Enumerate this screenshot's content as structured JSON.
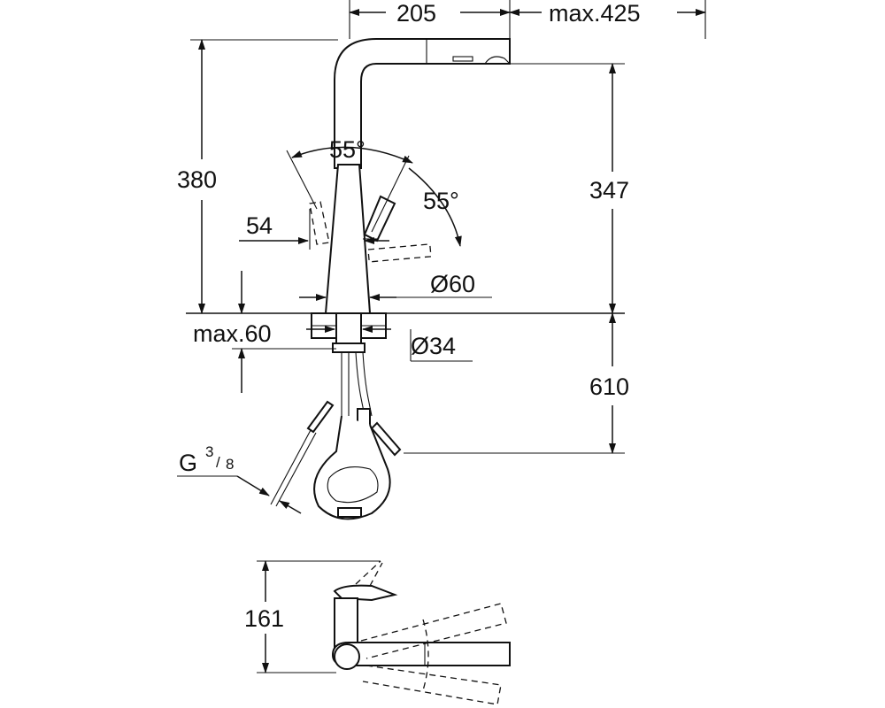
{
  "labels": {
    "spout_reach": "205",
    "pullout_max": "max.425",
    "total_height": "380",
    "outlet_height": "347",
    "swivel_angle": "55°",
    "lever_angle": "55°",
    "lever_offset": "54",
    "base_diameter": "Ø60",
    "deck_thickness": "max.60",
    "hole_diameter": "Ø34",
    "hose_length": "610",
    "thread": "G",
    "thread_num": "3",
    "thread_den": "8",
    "top_view_height": "161"
  },
  "colors": {
    "line": "#111111",
    "background": "#ffffff"
  }
}
